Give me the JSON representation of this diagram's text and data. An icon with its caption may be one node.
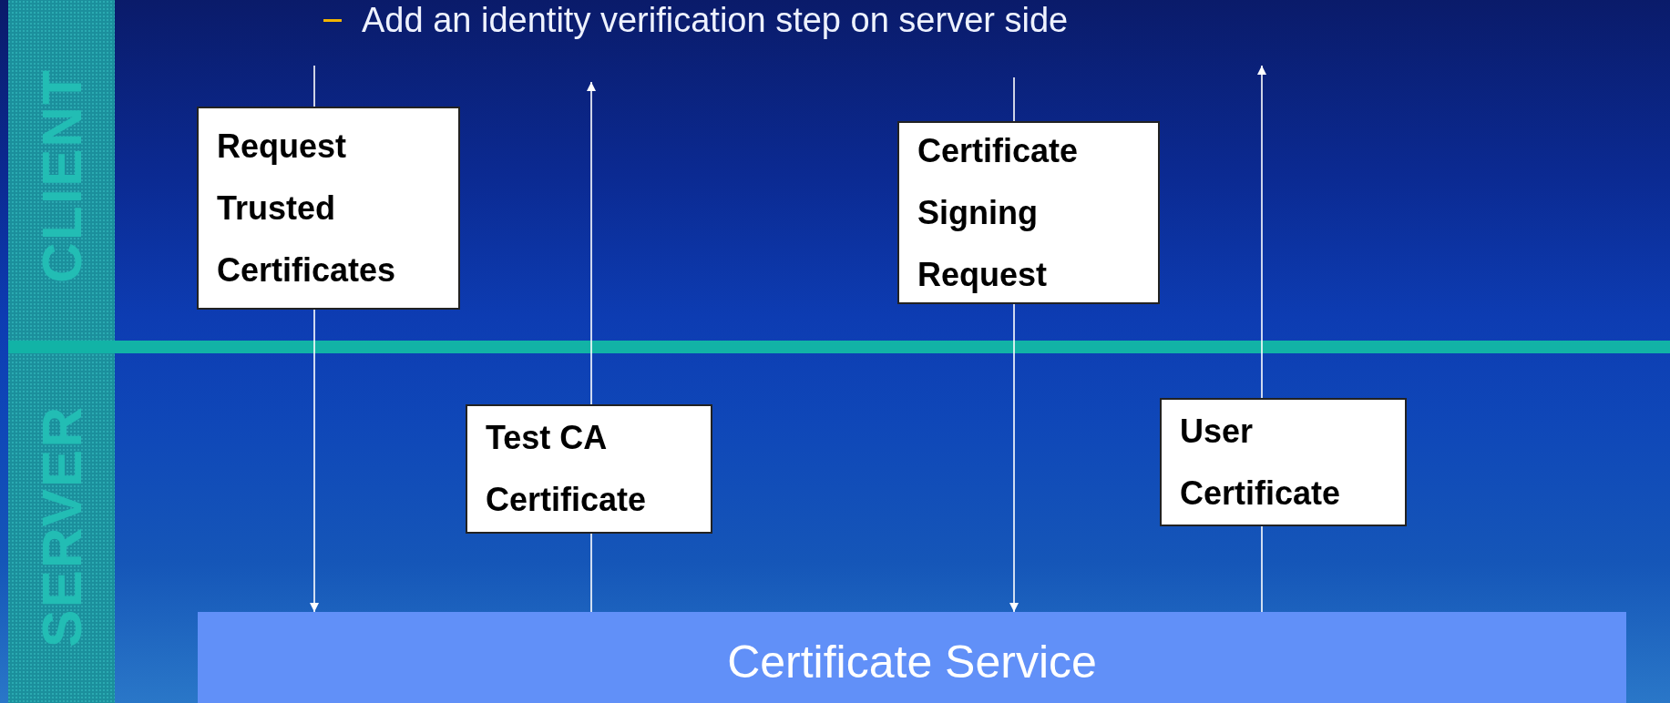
{
  "diagram": {
    "nodes": [
      {
        "text": [
          "Request Trusted Certificates"
        ]
      },
      {
        "text": [
          "Test CA Certificate"
        ]
      },
      {
        "text": [
          "Certificate Signing Request"
        ]
      },
      {
        "text": [
          "User Certificate"
        ]
      },
      {
        "text": [
          "Certificate Service"
        ]
      }
    ],
    "edges": [
      {
        "from": null,
        "to": 0,
        "arrow": "none"
      },
      {
        "from": 0,
        "to": 4,
        "arrow": "to"
      },
      {
        "from": 4,
        "to": 1,
        "arrow": "none"
      },
      {
        "from": 1,
        "to": null,
        "arrow": "to"
      },
      {
        "from": null,
        "to": 2,
        "arrow": "none"
      },
      {
        "from": 2,
        "to": 4,
        "arrow": "to"
      },
      {
        "from": 4,
        "to": 3,
        "arrow": "none"
      },
      {
        "from": 3,
        "to": null,
        "arrow": "to"
      }
    ],
    "labels": [
      "Add an identity verification step on server side",
      "CLIENT",
      "SERVER"
    ]
  }
}
